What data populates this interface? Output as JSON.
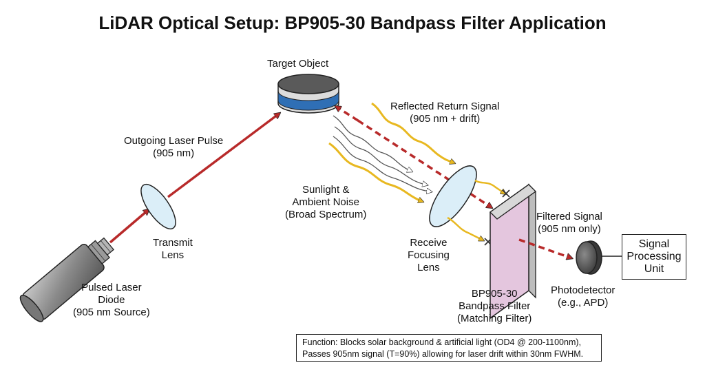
{
  "title": "LiDAR Optical Setup: BP905-30 Bandpass Filter Application",
  "labels": {
    "target": "Target Object",
    "outgoing": [
      "Outgoing Laser Pulse",
      "(905 nm)"
    ],
    "reflected": [
      "Reflected Return Signal",
      "(905 nm + drift)"
    ],
    "sunlight": [
      "Sunlight &",
      "Ambient Noise",
      "(Broad Spectrum)"
    ],
    "transmit_lens": [
      "Transmit",
      "Lens"
    ],
    "laser": [
      "Pulsed Laser",
      "Diode",
      "(905 nm Source)"
    ],
    "receive_lens": [
      "Receive",
      "Focusing",
      "Lens"
    ],
    "filtered": [
      "Filtered Signal",
      "(905 nm only)"
    ],
    "filter": [
      "BP905-30",
      "Bandpass Filter",
      "(Matching Filter)"
    ],
    "photodetector": [
      "Photodetector",
      "(e.g., APD)"
    ],
    "signal_processing": [
      "Signal",
      "Processing",
      "Unit"
    ]
  },
  "function_box": [
    "Function: Blocks solar background & artificial light (OD4 @ 200-1100nm),",
    "Passes 905nm signal (T=90%) allowing for laser drift within 30nm FWHM."
  ],
  "colors": {
    "laser_beam": "#b82a2a",
    "sunlight": "#e8b820",
    "target_band": "#2f6fb5",
    "filter_fill": "#e4c6de",
    "lens_fill": "#dbeef8"
  }
}
